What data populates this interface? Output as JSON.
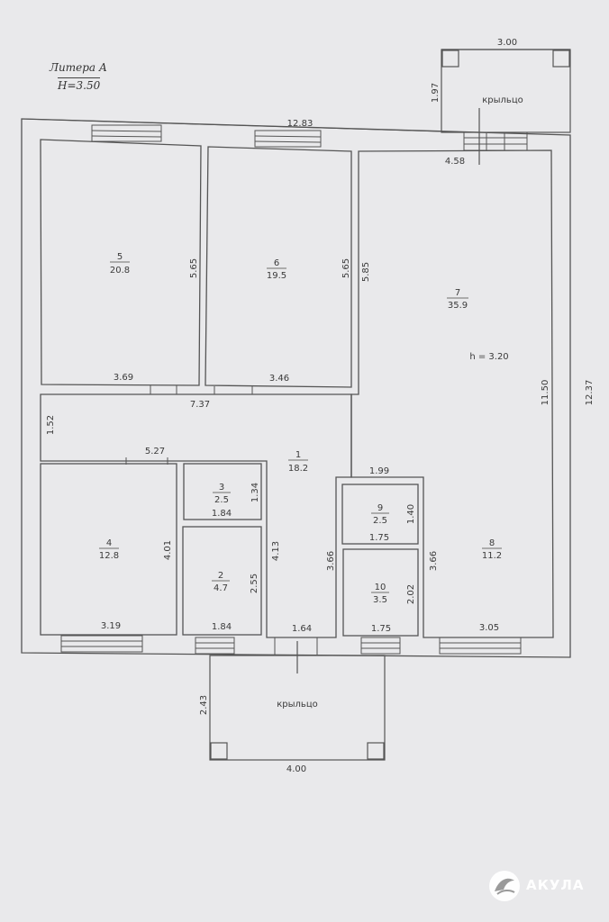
{
  "header": {
    "litera": "Литера А",
    "height": "Н=3.50"
  },
  "porch_label": "крыльцо",
  "room7_height": "h = 3.20",
  "logo_text": "АКУЛА",
  "rooms": [
    {
      "id": "5",
      "area": "20.8"
    },
    {
      "id": "6",
      "area": "19.5"
    },
    {
      "id": "7",
      "area": "35.9"
    },
    {
      "id": "1",
      "area": "18.2"
    },
    {
      "id": "3",
      "area": "2.5"
    },
    {
      "id": "2",
      "area": "4.7"
    },
    {
      "id": "4",
      "area": "12.8"
    },
    {
      "id": "9",
      "area": "2.5"
    },
    {
      "id": "10",
      "area": "3.5"
    },
    {
      "id": "8",
      "area": "11.2"
    }
  ],
  "dimensions": {
    "top_porch_width": "3.00",
    "top_porch_depth": "1.97",
    "outer_top": "12.83",
    "room7_top": "4.58",
    "room5_height": "5.65",
    "room6_height": "5.65",
    "room7_side": "5.85",
    "room5_width": "3.69",
    "room6_width": "3.46",
    "corridor_width": "7.37",
    "corridor_depth": "1.52",
    "room4_top": "5.27",
    "room3_side": "1.34",
    "room3_width": "1.84",
    "room4_height": "4.01",
    "room1_side": "4.13",
    "room2_side": "2.55",
    "room4_width": "3.19",
    "room2_width": "1.84",
    "hall_width": "1.64",
    "block_top": "1.99",
    "room9_side": "1.40",
    "room9_width": "1.75",
    "block_left": "3.66",
    "block_right": "3.66",
    "room10_side": "2.02",
    "room10_width": "1.75",
    "room8_width": "3.05",
    "room7_height": "11.50",
    "outer_right": "12.37",
    "bottom_porch_depth": "2.43",
    "bottom_porch_width": "4.00"
  }
}
